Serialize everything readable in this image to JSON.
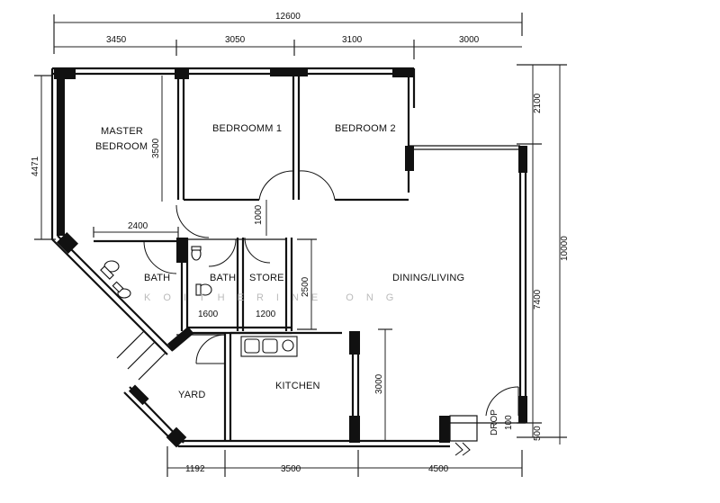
{
  "rooms": {
    "master_line1": "MASTER",
    "master_line2": "BEDROOM",
    "bedroom1": "BEDROOMM 1",
    "bedroom2": "BEDROOM 2",
    "bath1": "BATH",
    "bath2": "BATH",
    "store": "STORE",
    "dining": "DINING/LIVING",
    "kitchen": "KITCHEN",
    "yard": "YARD",
    "drop_line1": "DROP",
    "drop_line2": "100"
  },
  "dimensions": {
    "total_width": "12600",
    "top_1": "3450",
    "top_2": "3050",
    "top_3": "3100",
    "top_4": "3000",
    "right_upper": "2100",
    "right_mid": "7400",
    "right_lower": "500",
    "right_total": "10000",
    "left_master": "4471",
    "master_inner": "3500",
    "bath_width": "2400",
    "corridor": "1000",
    "store_height": "2500",
    "bath2_width": "1600",
    "store_width": "1200",
    "kitchen_height": "3000",
    "bottom_1": "1192",
    "bottom_2": "3500",
    "bottom_3": "4500"
  },
  "watermark": "KOITHERINE ONG"
}
